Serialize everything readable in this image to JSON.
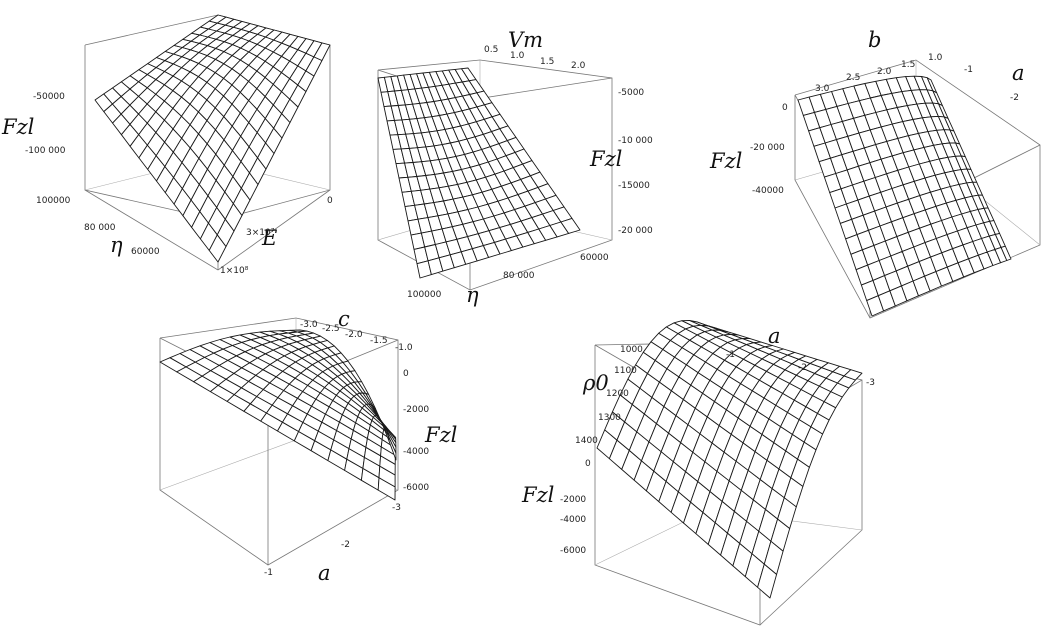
{
  "chart_data": [
    {
      "type": "surface3d",
      "z_label": "Fzl",
      "x_label": "η",
      "y_label": "E",
      "z_ticks": [
        "-50000",
        "-100 000"
      ],
      "x_ticks": [
        "100000",
        "80 000",
        "60000"
      ],
      "y_ticks": [
        "1×10⁸",
        "3×10⁷",
        "0"
      ],
      "z_range": [
        -130000,
        -10000
      ],
      "surface_corners": {
        "low_eta_low_E": -20000,
        "low_eta_high_E": -130000,
        "high_eta_low_E": -45000,
        "high_eta_high_E": -60000
      }
    },
    {
      "type": "surface3d",
      "z_label": "Fzl",
      "x_label": "η",
      "y_label": "Vm",
      "z_ticks": [
        "-5000",
        "-10 000",
        "-15000",
        "-20 000"
      ],
      "x_ticks": [
        "100000",
        "80 000",
        "60000"
      ],
      "y_ticks": [
        "0.5",
        "1.0",
        "1.5",
        "2.0"
      ],
      "z_range": [
        -22000,
        -3000
      ],
      "surface_corners": {
        "low_eta_low_V": -4000,
        "low_eta_high_V": -5500,
        "high_eta_low_V": -18000,
        "high_eta_high_V": -20000
      }
    },
    {
      "type": "surface3d",
      "z_label": "Fzl",
      "x_label": "b",
      "y_label": "a",
      "z_ticks": [
        "0",
        "-20 000",
        "-40000"
      ],
      "x_ticks": [
        "3.0",
        "2.5",
        "2.0",
        "1.5",
        "1.0"
      ],
      "y_ticks": [
        "-1",
        "-2"
      ],
      "z_range": [
        -60000,
        0
      ],
      "surface_corners": {
        "low_b_low_a": -55000,
        "high_b_low_a": -50000,
        "low_b_high_a": 0,
        "high_b_high_a": 0
      }
    },
    {
      "type": "surface3d",
      "z_label": "Fzl",
      "x_label": "a",
      "y_label": "c",
      "z_ticks": [
        "0",
        "-2000",
        "-4000",
        "-6000"
      ],
      "x_ticks": [
        "-1",
        "-2",
        "-3"
      ],
      "y_ticks": [
        "-3.0",
        "-2.5",
        "-2.0",
        "-1.5",
        "-1.0"
      ],
      "z_range": [
        -7000,
        500
      ],
      "surface_corners": {
        "a_m1_c_m3": 0,
        "a_m3_c_m3": 0,
        "a_m1_c_m1": 0,
        "a_m3_c_m1": -6500
      }
    },
    {
      "type": "surface3d",
      "z_label": "Fzl",
      "x_label": "a",
      "y_label": "ρ0",
      "z_ticks": [
        "0",
        "-2000",
        "-4000",
        "-6000"
      ],
      "x_ticks": [
        "-1",
        "-2",
        "-3"
      ],
      "y_ticks": [
        "1000",
        "1100",
        "1200",
        "1300",
        "1400"
      ],
      "z_range": [
        -7000,
        500
      ],
      "surface_corners": {
        "a_m1": 0,
        "a_m3": -6800
      }
    }
  ]
}
